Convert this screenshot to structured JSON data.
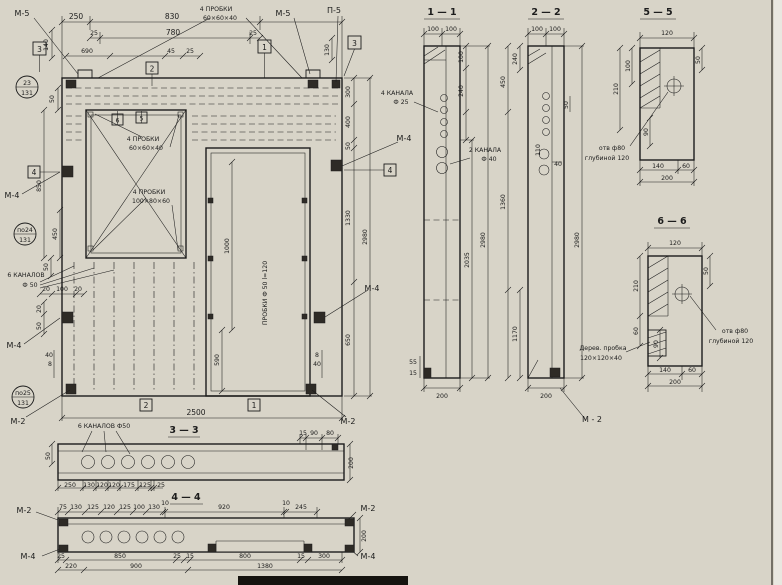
{
  "drawing": {
    "background": "#d8d4c8",
    "ink": "#1c1c1c"
  },
  "main": {
    "m5_left": "М-5",
    "m5_right": "М-5",
    "p5": "П-5",
    "note_top_1": "4 ПРОБКИ",
    "note_top_2": "60×60×40",
    "d250": "250",
    "d830": "830",
    "d140v": "140",
    "d25a": "25",
    "d780": "780",
    "d25b": "25",
    "d130v": "130",
    "d690": "690",
    "d45": "45",
    "d25c": "25",
    "flag3l": "3",
    "flag3r": "3",
    "flag1t": "1",
    "flag2t": "2",
    "flag4l": "4",
    "flag4r": "4",
    "flag5": "5",
    "flag6": "6",
    "flag1b": "1",
    "flag2b": "2",
    "circ1_top": "23",
    "circ1_bot": "131",
    "circ2_top": "по24",
    "circ2_bot": "131",
    "circ3_top": "по25",
    "circ3_bot": "131",
    "d50a": "50",
    "d850v": "850",
    "d450v": "450",
    "d50b": "50",
    "note_win1_1": "4 ПРОБКИ",
    "note_win1_2": "60×60×40",
    "note_win2_1": "4 ПРОБКИ",
    "note_win2_2": "100×80×60",
    "note_kan_1": "6 КАНАЛОВ",
    "note_kan_2": "Ф 50",
    "d20a": "20",
    "d100a": "100",
    "d20b": "20",
    "d20v": "20",
    "d50c": "50",
    "m4_left_top": "М-4",
    "m4_left_bot": "М-4",
    "m4_right_top": "М-4",
    "m4_right_mid": "М-4",
    "m2_left": "М-2",
    "m2_right": "М-2",
    "d40l": "40",
    "d8l": "8",
    "d8r": "8",
    "d40r": "40",
    "d1000": "1000",
    "d590": "590",
    "note_door": "ПРОБКИ Ф 50  l=120",
    "d300": "300",
    "d400": "400",
    "d50r": "50",
    "d1330": "1330",
    "d650": "650",
    "d2980": "2980",
    "d2500": "2500"
  },
  "s11": {
    "title": "1 — 1",
    "d100a": "100",
    "d100b": "100",
    "note25_1": "4 КАНАЛА",
    "note25_2": "Ф 25",
    "note40_1": "2 КАНАЛА",
    "note40_2": "Ф 40",
    "d100r": "100",
    "d240": "240",
    "d2035": "2035",
    "d2980": "2980",
    "d55": "55",
    "d15": "15",
    "d200": "200"
  },
  "s22": {
    "title": "2 — 2",
    "d100a": "100",
    "d100b": "100",
    "d240": "240",
    "d450": "450",
    "d110": "110",
    "d40": "40",
    "d50": "50",
    "d1360": "1360",
    "d1170": "1170",
    "d2980": "2980",
    "d200": "200",
    "m2": "М - 2"
  },
  "s55": {
    "title": "5 — 5",
    "d120": "120",
    "d100": "100",
    "d210": "210",
    "d50": "50",
    "d90": "90",
    "note1": "отв ф80",
    "note2": "глубиной 120",
    "d140": "140",
    "d60": "60",
    "d200": "200"
  },
  "s66": {
    "title": "6 — 6",
    "d120": "120",
    "d210": "210",
    "d60a": "60",
    "d50": "50",
    "d90": "90",
    "note_hole1": "отв ф80",
    "note_hole2": "глубиной 120",
    "note_wood1": "Дерев. пробка",
    "note_wood2": "120×120×40",
    "d140": "140",
    "d60b": "60",
    "d200": "200"
  },
  "s33": {
    "title": "3 — 3",
    "note": "6 КАНАЛОВ Ф50",
    "d15": "15",
    "d90": "90",
    "d80": "80",
    "d50": "50",
    "d200": "200",
    "dims": [
      "250",
      "130",
      "120",
      "120",
      "175",
      "125",
      "25"
    ]
  },
  "s44": {
    "title": "4 — 4",
    "m2l": "М-2",
    "m2r": "М-2",
    "m4l": "М-4",
    "m4r": "М-4",
    "d200": "200",
    "top": [
      "75",
      "130",
      "125",
      "120",
      "125",
      "100",
      "130",
      "10",
      "920",
      "10",
      "245"
    ],
    "bottom": [
      "25",
      "850",
      "25",
      "15",
      "800",
      "15",
      "300"
    ],
    "bottom2": [
      "220",
      "900",
      "1380"
    ]
  }
}
